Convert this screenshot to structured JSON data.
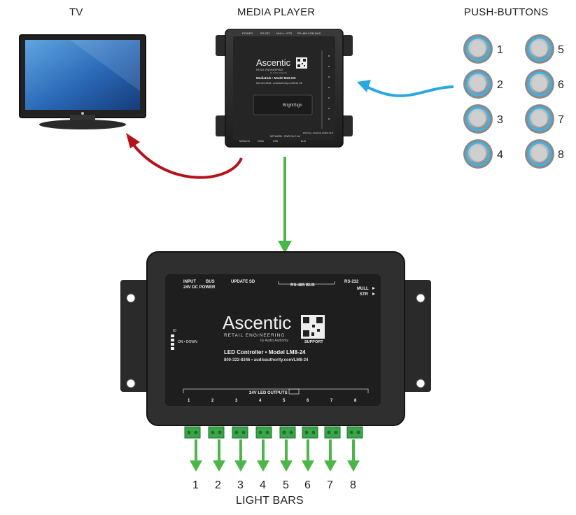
{
  "labels": {
    "tv": "TV",
    "media_player": "MEDIA PLAYER",
    "push_buttons": "PUSH-BUTTONS",
    "light_bars": "LIGHT BARS"
  },
  "media_player": {
    "brand": "Ascentic",
    "subbrand": "RETAIL ENGINEERING",
    "byline": "by Audio Authority",
    "model": "MediaHub • Model M16-HD",
    "contact": "800-322-8346 • audioauthority.com/M16-HD",
    "player_brand": "BrightSign",
    "top_labels": [
      "POWER",
      "RS-232",
      "MULL • STR",
      "RS-485 COM BUS"
    ],
    "bottom_labels": [
      "MEDIA IN",
      "HDMI",
      "NETWORK",
      "USB",
      "PWR 24V 1.0A",
      "BUS",
      "DIGITAL / ANALOG AUDIO OUT"
    ]
  },
  "controller": {
    "brand": "Ascentic",
    "subbrand": "RETAIL ENGINEERING",
    "byline": "by Audio Authority",
    "model": "LED Controller • Model LM8-24",
    "contact": "800-322-8346 • audioauthority.com/LM8-24",
    "support": "SUPPORT",
    "input": "INPUT",
    "power": "24V DC POWER",
    "bus": "BUS",
    "update": "UPDATE SD",
    "rs485": "RS-485 BUS",
    "rs232": "RS-232",
    "mull": "MULL",
    "str": "STR",
    "id": "ID",
    "dip": "ON • DOWN",
    "outputs": "24V LED OUTPUTS",
    "output_numbers": [
      "1",
      "2",
      "3",
      "4",
      "5",
      "6",
      "7",
      "8"
    ]
  },
  "push_button_numbers": [
    "1",
    "2",
    "3",
    "4",
    "5",
    "6",
    "7",
    "8"
  ],
  "light_bar_numbers": [
    "1",
    "2",
    "3",
    "4",
    "5",
    "6",
    "7",
    "8"
  ],
  "colors": {
    "red_arrow": "#b5121b",
    "blue_arrow": "#29a9e0",
    "green_arrow": "#4cb748",
    "device_body": "#2b2b2b",
    "button_ring": "#3fb3e6"
  }
}
